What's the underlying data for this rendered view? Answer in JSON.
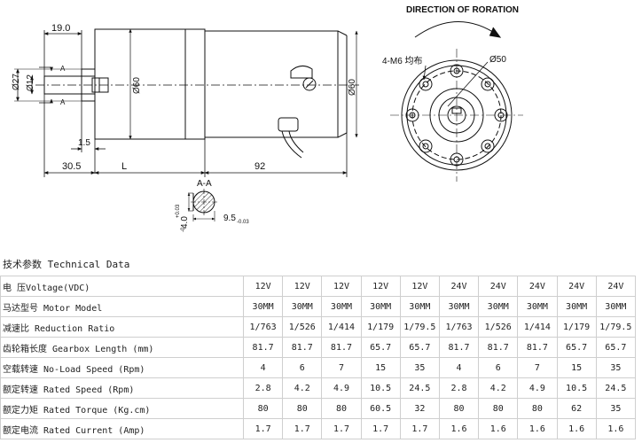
{
  "drawing": {
    "dim_shaft_length": "19.0",
    "dim_d27": "Ø27",
    "dim_d12": "Ø12",
    "dim_d60_gear": "Ø60",
    "dim_d60_motor": "Ø60",
    "dim_1_5": "1.5",
    "dim_30_5": "30.5",
    "dim_L": "L",
    "dim_92": "92",
    "section_marker": "A",
    "section_title": "A-A",
    "dim_key_width": "9.5",
    "dim_key_width_tol": "-0.03",
    "dim_key_depth": "4.0",
    "dim_key_depth_tol_top": "+0.03",
    "dim_key_depth_tol_bot": "-0",
    "rotation_title": "DIRECTION OF RORATION",
    "holes_label": "4-M6 均布",
    "dim_d50": "Ø50"
  },
  "caption": "技术参数 Technical Data",
  "table": {
    "rows": [
      {
        "label": "电 压Voltage(VDC)",
        "values": [
          "12V",
          "12V",
          "12V",
          "12V",
          "12V",
          "24V",
          "24V",
          "24V",
          "24V",
          "24V"
        ]
      },
      {
        "label": "马达型号 Motor Model",
        "values": [
          "30MM",
          "30MM",
          "30MM",
          "30MM",
          "30MM",
          "30MM",
          "30MM",
          "30MM",
          "30MM",
          "30MM"
        ]
      },
      {
        "label": "减速比 Reduction Ratio",
        "values": [
          "1/763",
          "1/526",
          "1/414",
          "1/179",
          "1/79.5",
          "1/763",
          "1/526",
          "1/414",
          "1/179",
          "1/79.5"
        ]
      },
      {
        "label": "齿轮箱长度 Gearbox Length (mm)",
        "values": [
          "81.7",
          "81.7",
          "81.7",
          "65.7",
          "65.7",
          "81.7",
          "81.7",
          "81.7",
          "65.7",
          "65.7"
        ]
      },
      {
        "label": "空载转速 No-Load Speed (Rpm)",
        "values": [
          "4",
          "6",
          "7",
          "15",
          "35",
          "4",
          "6",
          "7",
          "15",
          "35"
        ]
      },
      {
        "label": "额定转速 Rated Speed (Rpm)",
        "values": [
          "2.8",
          "4.2",
          "4.9",
          "10.5",
          "24.5",
          "2.8",
          "4.2",
          "4.9",
          "10.5",
          "24.5"
        ]
      },
      {
        "label": "额定力矩 Rated Torque (Kg.cm)",
        "values": [
          "80",
          "80",
          "80",
          "60.5",
          "32",
          "80",
          "80",
          "80",
          "62",
          "35"
        ]
      },
      {
        "label": "额定电流 Rated Current (Amp)",
        "values": [
          "1.7",
          "1.7",
          "1.7",
          "1.7",
          "1.7",
          "1.6",
          "1.6",
          "1.6",
          "1.6",
          "1.6"
        ]
      }
    ]
  }
}
